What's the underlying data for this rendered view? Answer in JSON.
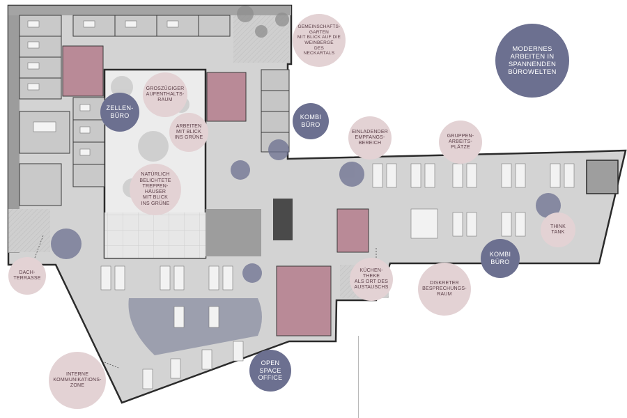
{
  "colors": {
    "pink_label": "#e3d2d4",
    "navy_label": "#6c7090",
    "floor": "#d5d5d5",
    "wall": "#2b2b2b",
    "courtyard": "#eeeeee",
    "accent_room": "#b98a97"
  },
  "labels": {
    "gemeinschaftsgarten": "GEMEINSCHAFTS-\nGARTEN\nMIT BLICK AUF DIE\nWEINBERGE\nDES\nNECKARTALS",
    "modernes_arbeiten": "MODERNES\nARBEITEN IN\nSPANNENDEN\nBÜROWELTEN",
    "aufenthaltsraum": "GROSZÜGIGER\nAUFENTHALTS-\nRAUM",
    "zellenbuero": "ZELLEN-\nBÜRO",
    "arbeiten_gruen": "ARBEITEN\nMIT BLICK\nINS GRÜNE",
    "kombi_buero_1": "KOMBI\nBÜRO",
    "empfangsbereich": "EINLADENDER\nEMPFANGS-\nBEREICH",
    "gruppenarbeitsplaetze": "GRUPPEN-\nARBEITS-\nPLÄTZE",
    "treppenhaeuser": "NATÜRLICH\nBELICHTETE\nTREPPEN-\nHÄUSER\nMIT BLICK\nINS GRÜNE",
    "think_tank": "THINK\nTANK",
    "kombi_buero_2": "KOMBI\nBÜRO",
    "dachterrasse": "DACH-\nTERRASSE",
    "kuechentheke": "KÜCHEN-\nTHEKE\nALS ORT DES\nAUSTAUSCHS",
    "besprechungsraum": "DISKRETER\nBESPRECHUNGS-\nRAUM",
    "kommunikationszone": "INTERNE\nKOMMUNIKATIONS-\nZONE",
    "open_space_office": "OPEN\nSPACE\nOFFICE"
  }
}
